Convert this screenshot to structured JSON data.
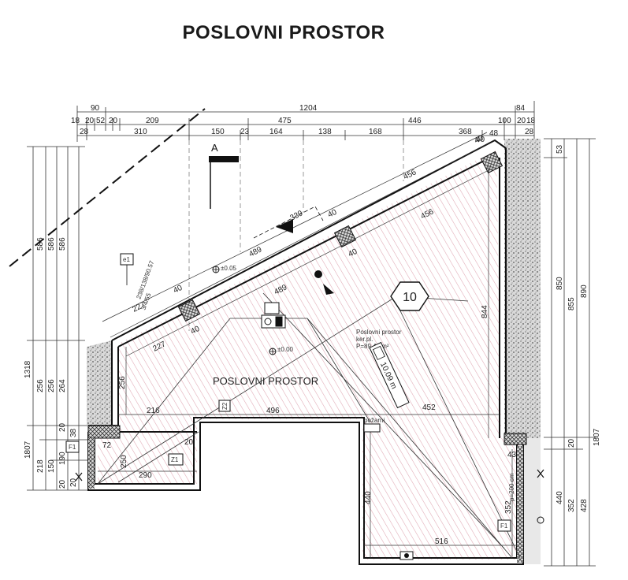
{
  "title": "POSLOVNI PROSTOR",
  "room_label": "POSLOVNI PROSTOR",
  "room_number": "10",
  "room_info": {
    "line1": "Poslovni prostor",
    "line2": "ker.pl.",
    "line3": "P=89.41 m²"
  },
  "section_marker": "A",
  "levels": {
    "upper": "±0.05",
    "lower": "±0.00"
  },
  "handrail_length": "10.09 m",
  "tags": {
    "e1": "e1",
    "z1": "Z1",
    "z2": "Z2",
    "f1_left": "F1",
    "f1_right": "F1",
    "pozar": "požarni"
  },
  "top_dims_row1": [
    "90",
    "1204",
    "84"
  ],
  "top_dims_row2": [
    "18",
    "20",
    "52",
    "20",
    "209",
    "475",
    "446",
    "100",
    "20",
    "18"
  ],
  "top_dims_row3": [
    "28",
    "310",
    "150",
    "23",
    "164",
    "138",
    "168",
    "368",
    "40",
    "48",
    "28"
  ],
  "left_dims": [
    "1318",
    "586",
    "586",
    "586",
    "256",
    "256",
    "264",
    "20",
    "38",
    "1807",
    "218",
    "150",
    "190",
    "20",
    "20"
  ],
  "right_dims": [
    "53",
    "850",
    "855",
    "890",
    "20",
    "1807",
    "440",
    "352",
    "428"
  ],
  "inner_dims": {
    "slope_456_a": "456",
    "slope_456_b": "456",
    "slope_489_a": "489",
    "slope_489_b": "489",
    "slope_227_a": "227",
    "slope_227_b": "227",
    "s40_1": "40",
    "s40_2": "40",
    "s40_3": "40",
    "s40_4": "40",
    "s40_5": "40",
    "d339": "339",
    "d844": "844",
    "d256": "256",
    "d216": "216",
    "d496": "496",
    "d452": "452",
    "d72": "72",
    "d290": "290",
    "d250": "250",
    "d20": "20",
    "d440": "440",
    "d516": "516",
    "d43": "43",
    "d352": "352",
    "d200": "p=200 cm",
    "diag": "238/138/90.57",
    "diag2": "3/4/55"
  }
}
